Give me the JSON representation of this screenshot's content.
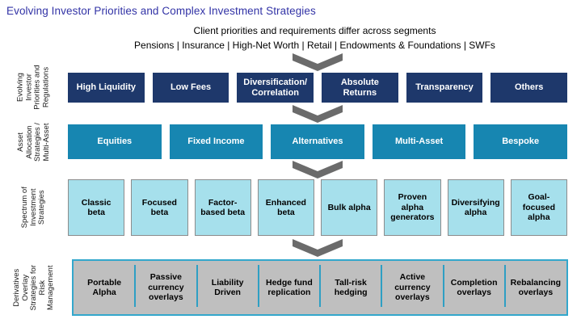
{
  "title": "Evolving Investor Priorities and Complex Investment Strategies",
  "header": {
    "subtitle": "Client priorities and requirements differ across segments",
    "segments": "Pensions | Insurance | High-Net Worth | Retail | Endowments & Foundations | SWFs"
  },
  "rows": [
    {
      "side_label": "Evolving\nInvestor\nPriorities and\nRegulations",
      "items": [
        "High Liquidity",
        "Low Fees",
        "Diversification/\nCorrelation",
        "Absolute\nReturns",
        "Transparency",
        "Others"
      ]
    },
    {
      "side_label": "Asset\nAllocation\nStrategies /\nMulti-Asset",
      "items": [
        "Equities",
        "Fixed Income",
        "Alternatives",
        "Multi-Asset",
        "Bespoke"
      ]
    },
    {
      "side_label": "Spectrum of\nInvestment\nStrategies",
      "items": [
        "Classic\nbeta",
        "Focused\nbeta",
        "Factor-\nbased beta",
        "Enhanced\nbeta",
        "Bulk alpha",
        "Proven\nalpha\ngenerators",
        "Diversifying\nalpha",
        "Goal-\nfocused\nalpha"
      ]
    },
    {
      "side_label": "Derivatives Overlay\nStrategies for Risk\nManagement",
      "items": [
        "Portable\nAlpha",
        "Passive\ncurrency\noverlays",
        "Liability\nDriven",
        "Hedge fund\nreplication",
        "Tall-risk\nhedging",
        "Active\ncurrency\noverlays",
        "Completion\noverlays",
        "Rebalancing\noverlays"
      ]
    }
  ],
  "icons": {
    "down_arrow": "down-chevron"
  },
  "colors": {
    "title_text": "#3233A6",
    "priorities_box": "#1E386B",
    "allocation_box": "#1786B1",
    "spectrum_box": "#A6E0EC",
    "spectrum_border": "#8C8C8C",
    "derivatives_bg": "#BFBFBF",
    "derivatives_border": "#33A7CC",
    "separator": "#2E9FC4",
    "arrow": "#6B6B6B",
    "box_text_light": "#FFFFFF",
    "box_text_dark": "#000000"
  }
}
